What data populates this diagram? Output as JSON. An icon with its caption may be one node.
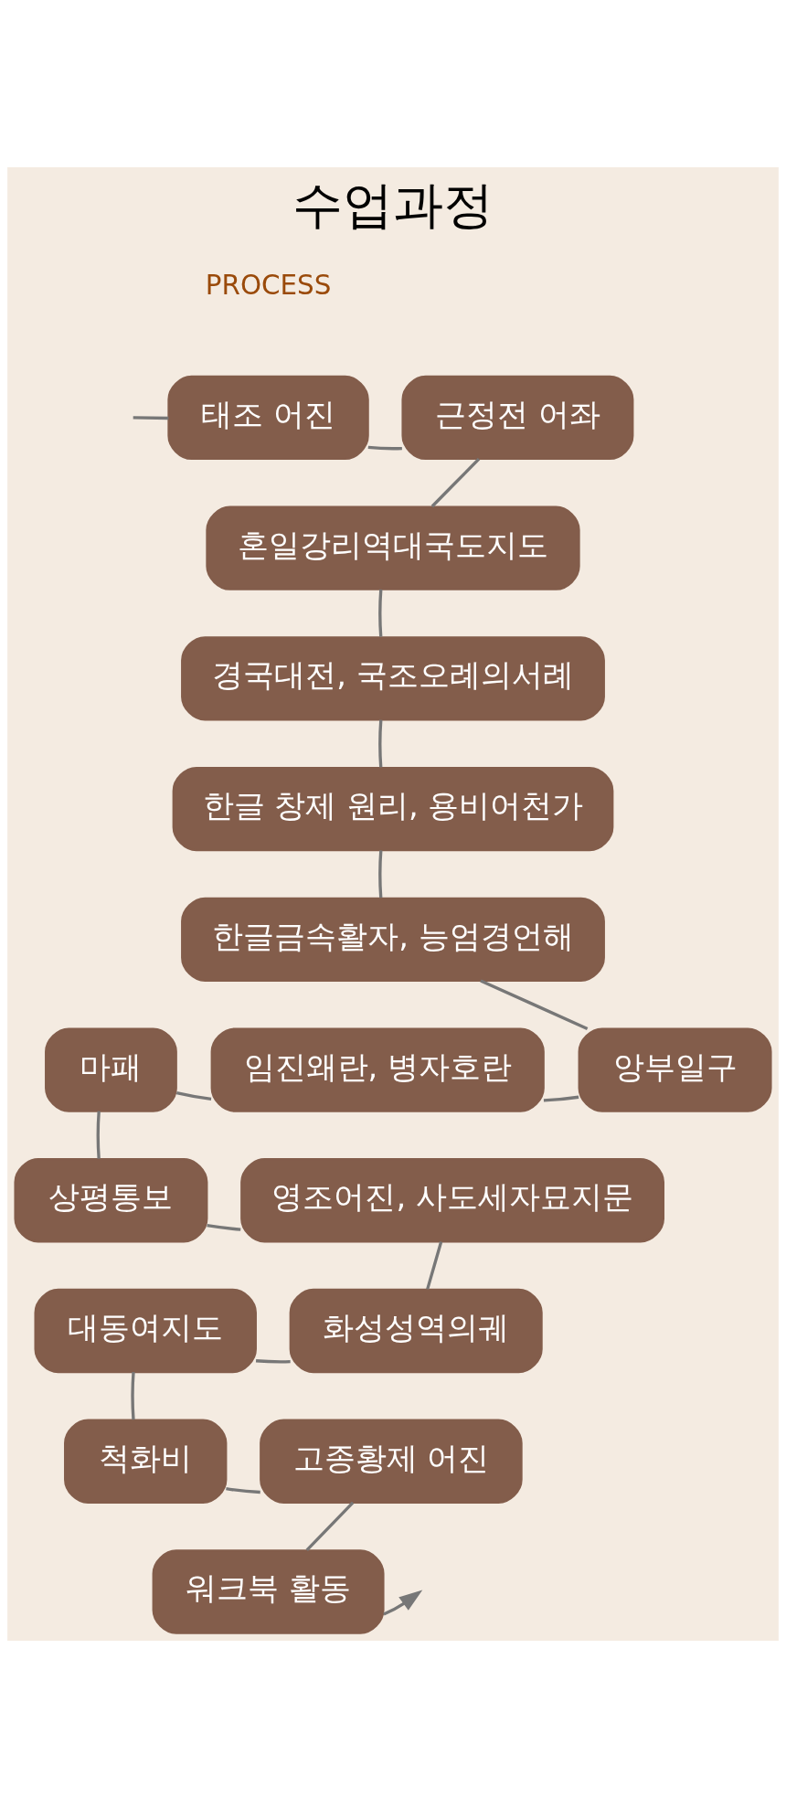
{
  "diagram": {
    "title": "수업과정",
    "nodes": [
      {
        "text": [
          "태조 어진"
        ]
      },
      {
        "text": [
          "근정전 어좌"
        ]
      },
      {
        "text": [
          "혼일강리역대국도지도"
        ]
      },
      {
        "text": [
          "경국대전, 국조오례의서례"
        ]
      },
      {
        "text": [
          "한글 창제 원리, 용비어천가"
        ]
      },
      {
        "text": [
          "한글금속활자, 능엄경언해"
        ]
      },
      {
        "text": [
          "마패"
        ]
      },
      {
        "text": [
          "임진왜란, 병자호란"
        ]
      },
      {
        "text": [
          "앙부일구"
        ]
      },
      {
        "text": [
          "상평통보"
        ]
      },
      {
        "text": [
          "영조어진, 사도세자묘지문"
        ]
      },
      {
        "text": [
          "대동여지도"
        ]
      },
      {
        "text": [
          "화성성역의궤"
        ]
      },
      {
        "text": [
          "척화비"
        ]
      },
      {
        "text": [
          "고종황제 어진"
        ]
      },
      {
        "text": [
          "워크북 활동"
        ]
      }
    ],
    "edges": [
      {
        "from": null,
        "to": 0,
        "arrow": "none"
      },
      {
        "from": 0,
        "to": 1,
        "arrow": "none"
      },
      {
        "from": 1,
        "to": 2,
        "arrow": "none"
      },
      {
        "from": 2,
        "to": 3,
        "arrow": "none"
      },
      {
        "from": 3,
        "to": 4,
        "arrow": "none"
      },
      {
        "from": 4,
        "to": 5,
        "arrow": "none"
      },
      {
        "from": 5,
        "to": 8,
        "arrow": "none"
      },
      {
        "from": 8,
        "to": 7,
        "arrow": "none"
      },
      {
        "from": 7,
        "to": 6,
        "arrow": "none"
      },
      {
        "from": 6,
        "to": 9,
        "arrow": "none"
      },
      {
        "from": 9,
        "to": 10,
        "arrow": "none"
      },
      {
        "from": 10,
        "to": 12,
        "arrow": "none"
      },
      {
        "from": 12,
        "to": 11,
        "arrow": "none"
      },
      {
        "from": 11,
        "to": 13,
        "arrow": "none"
      },
      {
        "from": 13,
        "to": 14,
        "arrow": "none"
      },
      {
        "from": 14,
        "to": 15,
        "arrow": "none"
      },
      {
        "from": 15,
        "to": null,
        "arrow": "to"
      }
    ],
    "labels": [
      "PROCESS"
    ]
  }
}
